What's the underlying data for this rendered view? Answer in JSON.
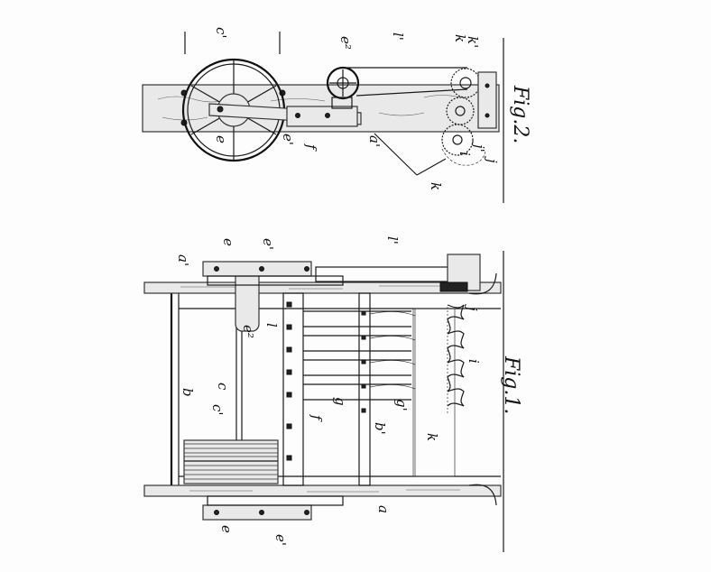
{
  "figures": {
    "fig1_caption": "Fig.1.",
    "fig2_caption": "Fig.2."
  },
  "labels": {
    "a1_top": "a'",
    "e_top": "e",
    "e1_top": "e'",
    "l1_left": "l'",
    "j_left": "j",
    "c1": "c'",
    "e2_left": "e²",
    "l_left": "l",
    "i_left": "i",
    "b": "b",
    "c": "c",
    "f_left": "f",
    "g_left": "g",
    "g1_left": "g'",
    "b1_left": "b'",
    "k_left": "k",
    "a": "a",
    "e_bottom": "e",
    "e1_bottom": "e'",
    "c1_right": "c'",
    "e2_right": "e²",
    "l1_right": "l'",
    "k_right": "k",
    "k1_right": "k'",
    "e_right": "e",
    "e1_right": "e'",
    "f_right": "f",
    "a1_right": "a'",
    "k_lower_right": "k",
    "i_right": "i",
    "j1_right": "j'",
    "j_right": "j"
  }
}
